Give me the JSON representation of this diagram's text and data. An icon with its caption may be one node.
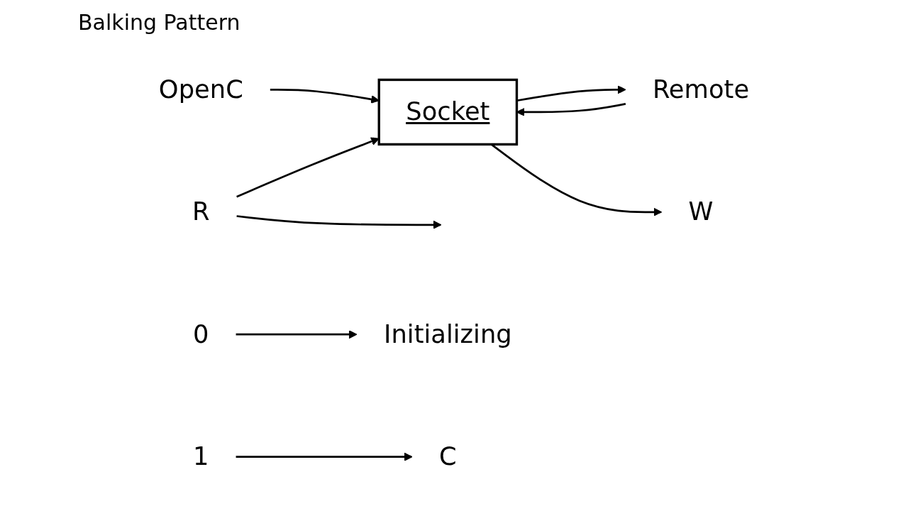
{
  "diagram": {
    "title": "Balking Pattern",
    "nodes": [
      {
        "text": [
          "OpenC"
        ]
      },
      {
        "text": [
          "Socket"
        ]
      },
      {
        "text": [
          "Remote"
        ]
      },
      {
        "text": [
          "R"
        ]
      },
      {
        "text": [
          "W"
        ]
      },
      {
        "text": [
          "0"
        ]
      },
      {
        "text": [
          "Initializing"
        ]
      },
      {
        "text": [
          "1"
        ]
      },
      {
        "text": [
          "C"
        ]
      }
    ],
    "edges": [
      {
        "from": 0,
        "to": 1,
        "arrow": "to"
      },
      {
        "from": 1,
        "to": 2,
        "arrow": "to"
      },
      {
        "from": 2,
        "to": 1,
        "arrow": "to"
      },
      {
        "from": 3,
        "to": 1,
        "arrow": "to"
      },
      {
        "from": 1,
        "to": 4,
        "arrow": "to"
      },
      {
        "from": 3,
        "to": null,
        "arrow": "to"
      },
      {
        "from": 5,
        "to": 6,
        "arrow": "to"
      },
      {
        "from": 7,
        "to": 8,
        "arrow": "to"
      }
    ]
  }
}
